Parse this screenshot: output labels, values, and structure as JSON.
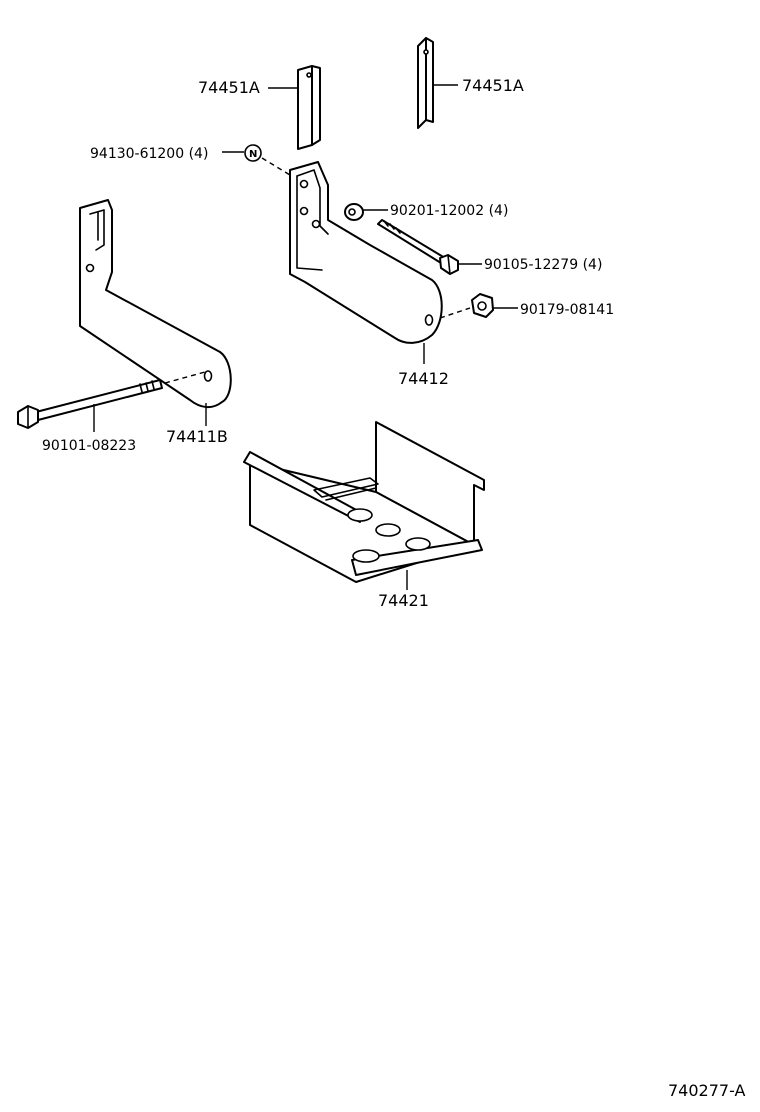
{
  "diagram": {
    "parts": {
      "insulator_left": "74451A",
      "insulator_right": "74451A",
      "nut_marker": "94130-61200 (4)",
      "washer": "90201-12002 (4)",
      "bolt_right": "90105-12279 (4)",
      "nut_flange": "90179-08141",
      "bracket_right": "74412",
      "bracket_left": "74411B",
      "bolt_left": "90101-08223",
      "tray": "74421"
    },
    "marker_letter": "N",
    "figure_code": "740277-A"
  }
}
